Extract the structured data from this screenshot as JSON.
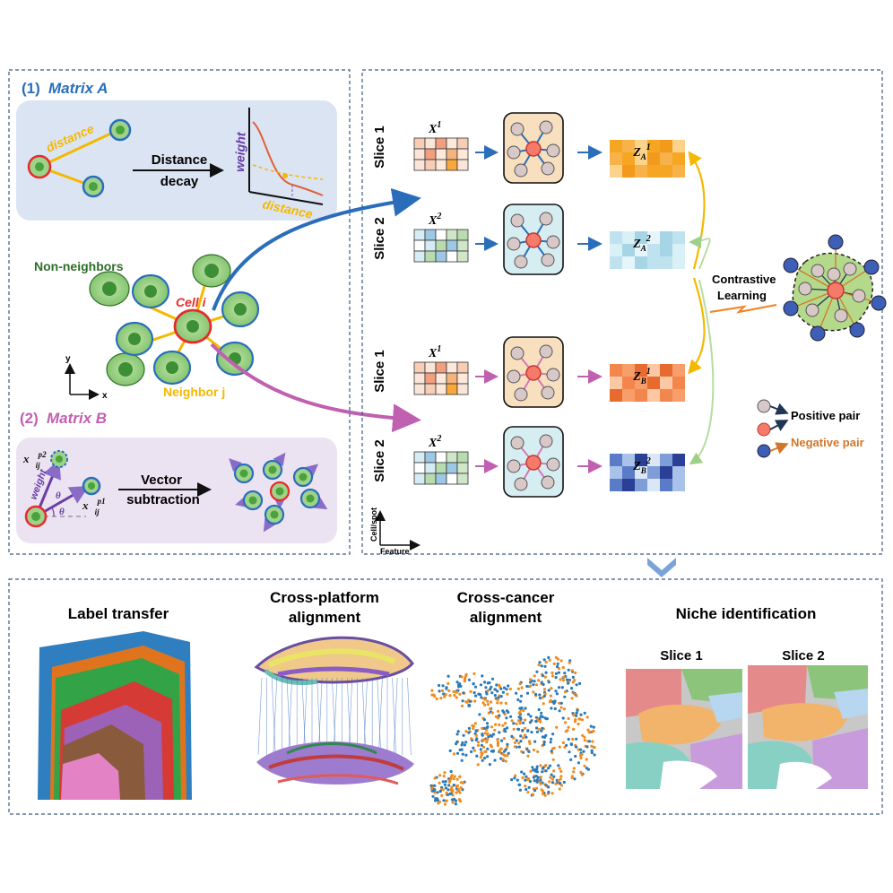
{
  "matrixA": {
    "number": "(1)",
    "title": "Matrix A",
    "distance_label": "distance",
    "decay_line1": "Distance",
    "decay_line2": "decay",
    "plot_ylabel": "weight",
    "plot_xlabel": "distance"
  },
  "cells": {
    "non_neighbors": "Non-neighbors",
    "cell_i": "Cell i",
    "neighbor_j": "Neighbor j",
    "axis_y": "y",
    "axis_x": "x"
  },
  "matrixB": {
    "number": "(2)",
    "title": "Matrix B",
    "op_line1": "Vector",
    "op_line2": "subtraction",
    "vec_p2": "x⃗",
    "vec_p2_sup": "p2",
    "vec_p2_sub": "ij",
    "vec_p1": "x⃗",
    "vec_p1_sup": "p1",
    "vec_p1_sub": "ij",
    "weight": "weight",
    "theta": "θ"
  },
  "pipeline": {
    "rows": [
      {
        "slice": "Slice 1",
        "x_label": "X",
        "x_sup": "1",
        "z_label": "Z",
        "z_sub": "A",
        "z_sup": "1"
      },
      {
        "slice": "Slice 2",
        "x_label": "X",
        "x_sup": "2",
        "z_label": "Z",
        "z_sub": "A",
        "z_sup": "2"
      },
      {
        "slice": "Slice 1",
        "x_label": "X",
        "x_sup": "1",
        "z_label": "Z",
        "z_sub": "B",
        "z_sup": "1"
      },
      {
        "slice": "Slice 2",
        "x_label": "X",
        "x_sup": "2",
        "z_label": "Z",
        "z_sub": "B",
        "z_sup": "2"
      }
    ],
    "contrastive_line1": "Contrastive",
    "contrastive_line2": "Learning",
    "legend_positive": "Positive pair",
    "legend_negative": "Negative pair",
    "axis_cell": "Cell/spot",
    "axis_feature": "Feature"
  },
  "applications": {
    "label_transfer": "Label transfer",
    "cross_platform_l1": "Cross-platform",
    "cross_platform_l2": "alignment",
    "cross_cancer_l1": "Cross-cancer",
    "cross_cancer_l2": "alignment",
    "niche": "Niche identification",
    "niche_slice1": "Slice 1",
    "niche_slice2": "Slice 2"
  },
  "colors": {
    "matrixA": "#2a6ebb",
    "matrixB": "#c060b0",
    "contrastive_yellow": "#f5b800",
    "negative": "#d2762a",
    "positive": "#1f3556",
    "green_arrow": "#b8dca0"
  }
}
